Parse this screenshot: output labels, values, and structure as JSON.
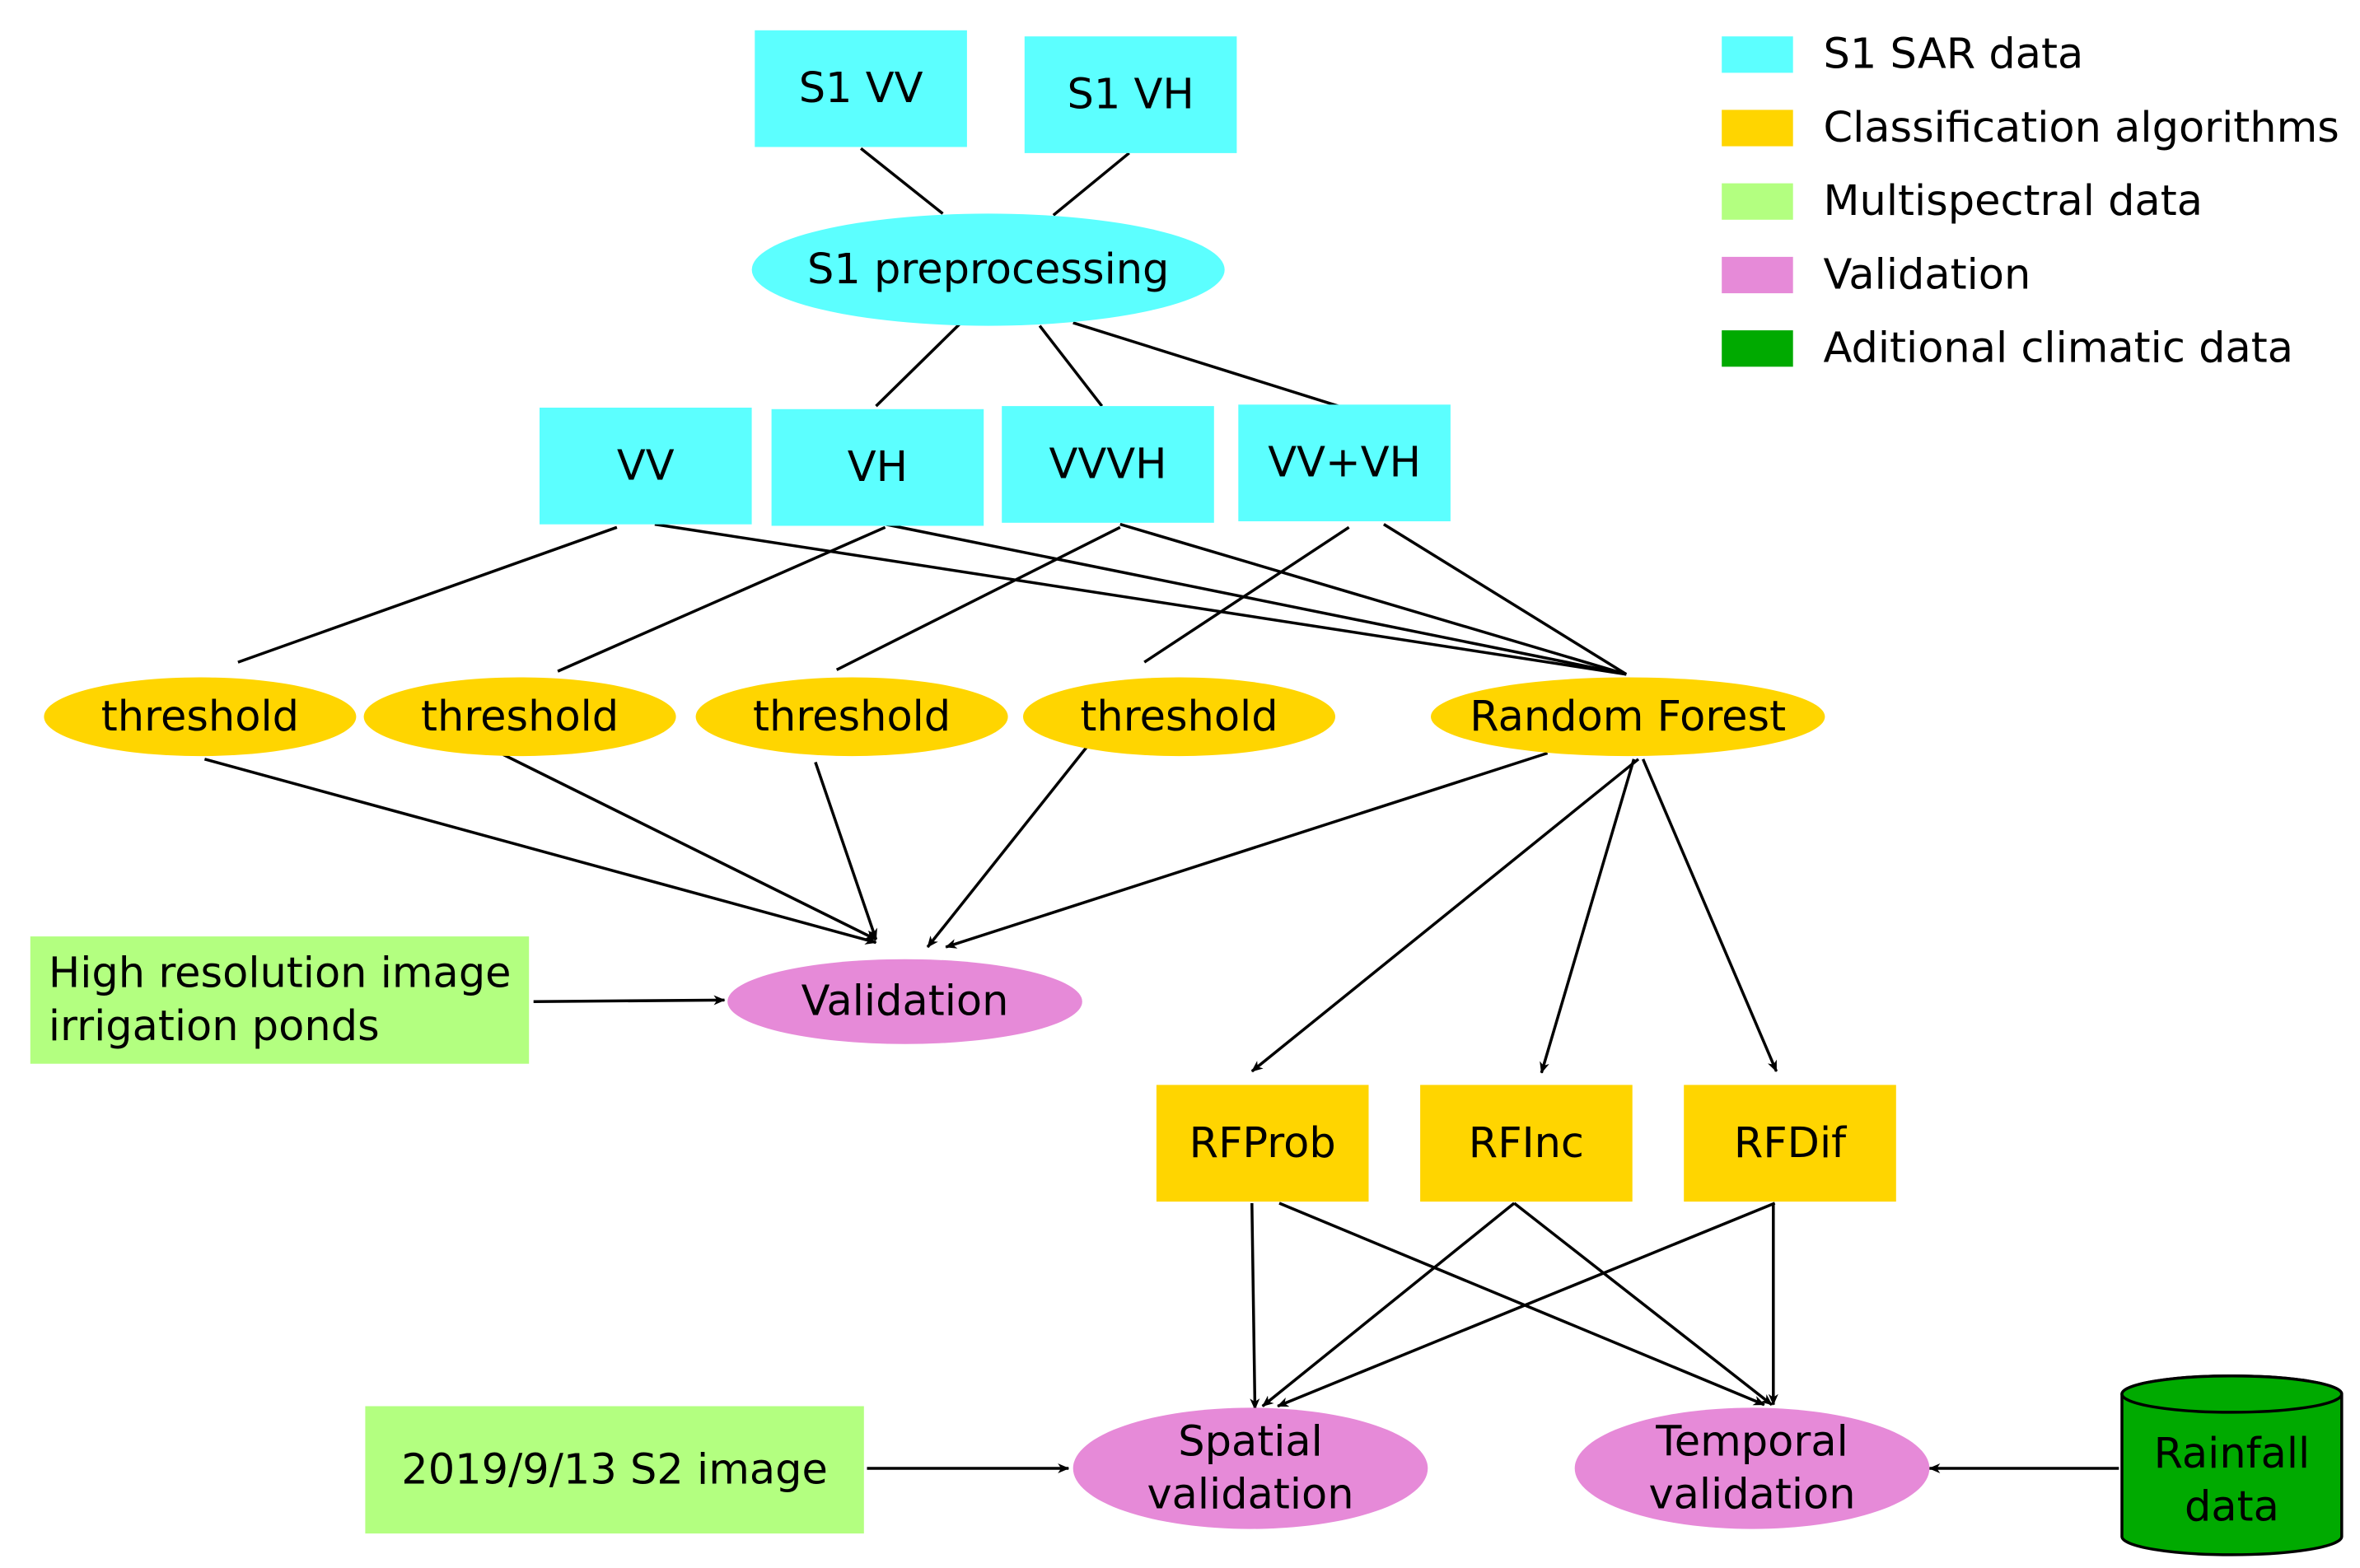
{
  "colors": {
    "sar": "#5cffff",
    "classification": "#ffd500",
    "multispectral": "#b3ff80",
    "validation": "#e68ad8",
    "climatic": "#00aa00",
    "edge": "#000000"
  },
  "legend": [
    {
      "label": "S1 SAR data",
      "color_key": "sar"
    },
    {
      "label": "Classification algorithms",
      "color_key": "classification"
    },
    {
      "label": "Multispectral data",
      "color_key": "multispectral"
    },
    {
      "label": "Validation",
      "color_key": "validation"
    },
    {
      "label": "Aditional climatic data",
      "color_key": "climatic"
    }
  ],
  "nodes": {
    "s1vv": {
      "lines": [
        "S1 VV"
      ],
      "shape": "rect",
      "color_key": "sar"
    },
    "s1vh": {
      "lines": [
        "S1 VH"
      ],
      "shape": "rect",
      "color_key": "sar"
    },
    "s1pre": {
      "lines": [
        "S1 preprocessing"
      ],
      "shape": "ellipse",
      "color_key": "sar"
    },
    "vv": {
      "lines": [
        "VV"
      ],
      "shape": "rect",
      "color_key": "sar"
    },
    "vh": {
      "lines": [
        "VH"
      ],
      "shape": "rect",
      "color_key": "sar"
    },
    "vvvh": {
      "lines": [
        "VVVH"
      ],
      "shape": "rect",
      "color_key": "sar"
    },
    "vvplusvh": {
      "lines": [
        "VV+VH"
      ],
      "shape": "rect",
      "color_key": "sar"
    },
    "thr1": {
      "lines": [
        "threshold"
      ],
      "shape": "ellipse",
      "color_key": "classification"
    },
    "thr2": {
      "lines": [
        "threshold"
      ],
      "shape": "ellipse",
      "color_key": "classification"
    },
    "thr3": {
      "lines": [
        "threshold"
      ],
      "shape": "ellipse",
      "color_key": "classification"
    },
    "thr4": {
      "lines": [
        "threshold"
      ],
      "shape": "ellipse",
      "color_key": "classification"
    },
    "rf": {
      "lines": [
        "Random Forest"
      ],
      "shape": "ellipse",
      "color_key": "classification"
    },
    "hires": {
      "lines": [
        "High resolution image",
        "irrigation ponds"
      ],
      "shape": "rect",
      "color_key": "multispectral"
    },
    "validation": {
      "lines": [
        "Validation"
      ],
      "shape": "ellipse",
      "color_key": "validation"
    },
    "rfprob": {
      "lines": [
        "RFProb"
      ],
      "shape": "rect",
      "color_key": "classification"
    },
    "rfinc": {
      "lines": [
        "RFInc"
      ],
      "shape": "rect",
      "color_key": "classification"
    },
    "rfdif": {
      "lines": [
        "RFDif"
      ],
      "shape": "rect",
      "color_key": "classification"
    },
    "s2img": {
      "lines": [
        "2019/9/13 S2 image"
      ],
      "shape": "rect",
      "color_key": "multispectral"
    },
    "spatial": {
      "lines": [
        "Spatial",
        "validation"
      ],
      "shape": "ellipse",
      "color_key": "validation"
    },
    "temporal": {
      "lines": [
        "Temporal",
        "validation"
      ],
      "shape": "ellipse",
      "color_key": "validation"
    },
    "rainfall": {
      "lines": [
        "Rainfall",
        "data"
      ],
      "shape": "cylinder",
      "color_key": "climatic"
    }
  },
  "edges": [
    {
      "from": "s1vv",
      "to": "s1pre",
      "arrow": false
    },
    {
      "from": "s1vh",
      "to": "s1pre",
      "arrow": false
    },
    {
      "from": "s1pre",
      "to": "vv",
      "arrow": false
    },
    {
      "from": "s1pre",
      "to": "vvvh",
      "arrow": false
    },
    {
      "from": "s1pre",
      "to": "vvplusvh",
      "arrow": false
    },
    {
      "from": "vv",
      "to": "thr1",
      "arrow": false
    },
    {
      "from": "vh",
      "to": "thr2",
      "arrow": false
    },
    {
      "from": "vvvh",
      "to": "thr3",
      "arrow": false
    },
    {
      "from": "vvplusvh",
      "to": "thr4",
      "arrow": false
    },
    {
      "from": "vv",
      "to": "rf",
      "arrow": false
    },
    {
      "from": "vh",
      "to": "rf",
      "arrow": false
    },
    {
      "from": "vvvh",
      "to": "rf",
      "arrow": false
    },
    {
      "from": "vvplusvh",
      "to": "rf",
      "arrow": false
    },
    {
      "from": "thr1",
      "to": "validation",
      "arrow": true
    },
    {
      "from": "thr2",
      "to": "validation",
      "arrow": true
    },
    {
      "from": "thr3",
      "to": "validation",
      "arrow": true
    },
    {
      "from": "thr4",
      "to": "validation",
      "arrow": true
    },
    {
      "from": "rf",
      "to": "validation",
      "arrow": true
    },
    {
      "from": "hires",
      "to": "validation",
      "arrow": true
    },
    {
      "from": "rf",
      "to": "rfprob",
      "arrow": true
    },
    {
      "from": "rf",
      "to": "rfinc",
      "arrow": true
    },
    {
      "from": "rf",
      "to": "rfdif",
      "arrow": true
    },
    {
      "from": "rfprob",
      "to": "spatial",
      "arrow": true
    },
    {
      "from": "rfprob",
      "to": "temporal",
      "arrow": true
    },
    {
      "from": "rfinc",
      "to": "spatial",
      "arrow": true
    },
    {
      "from": "rfinc",
      "to": "temporal",
      "arrow": true
    },
    {
      "from": "rfdif",
      "to": "spatial",
      "arrow": true
    },
    {
      "from": "rfdif",
      "to": "temporal",
      "arrow": true
    },
    {
      "from": "s2img",
      "to": "spatial",
      "arrow": true
    },
    {
      "from": "rainfall",
      "to": "temporal",
      "arrow": true
    }
  ]
}
